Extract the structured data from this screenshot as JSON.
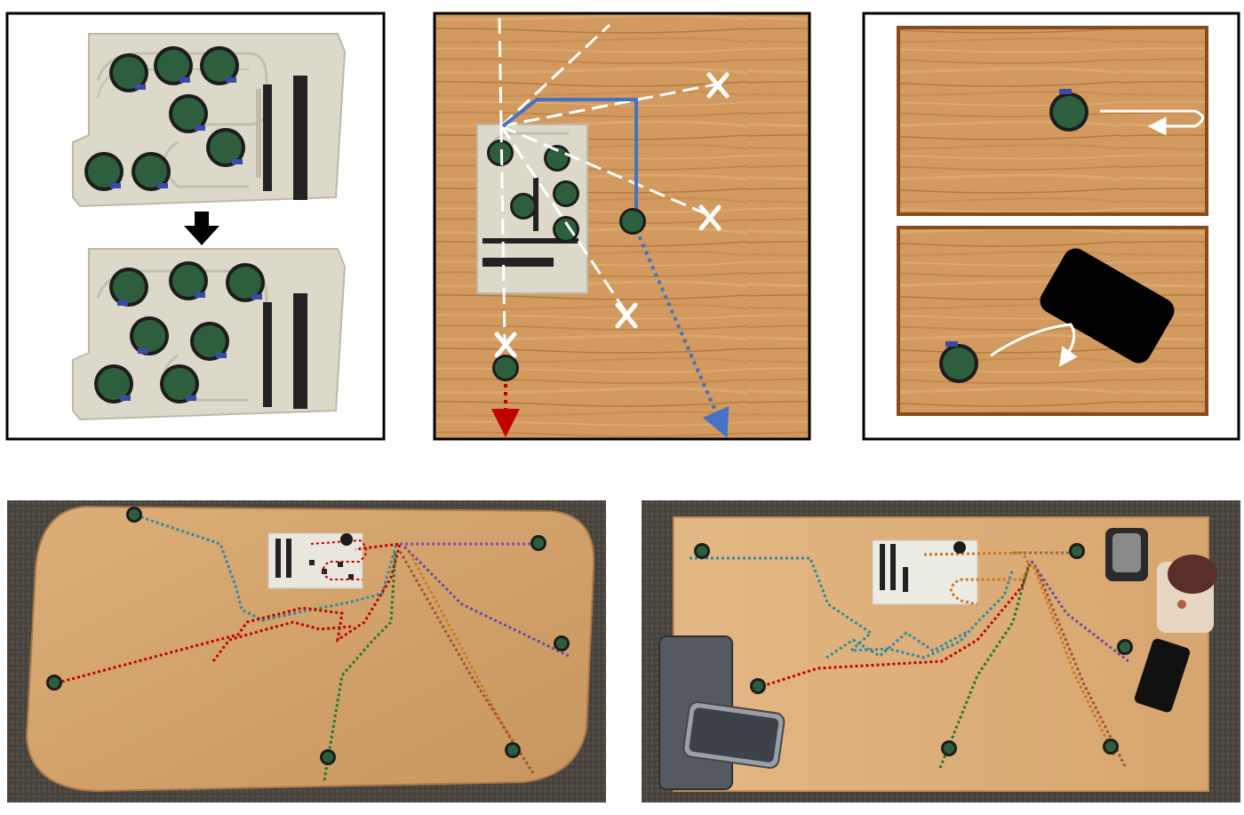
{
  "colors": {
    "frame": "#000000",
    "wood_light": "#d9a066",
    "wood_mid": "#c98a4e",
    "wood_dark": "#a86a35",
    "wood_border": "#8b4a1c",
    "table_top": "#d4a574",
    "carpet": "#4a463f",
    "arena": "#d9d6c8",
    "arena_track": "#c7c4b4",
    "robot_board": "#2d5e3e",
    "robot_chassis": "#1c1c1c",
    "robot_battery": "#3a4aa8",
    "path_blue": "#4472c4",
    "path_red": "#c00000",
    "path_teal": "#2e8b9a",
    "path_green": "#1f7a2e",
    "path_purple": "#6a4c9c",
    "path_orange": "#c87a20",
    "path_brown": "#a0522d",
    "dash_white": "#ffffff",
    "obstacle": "#000000",
    "phone_gray": "#555a60"
  },
  "icons": {
    "arrow": "down-arrow-icon",
    "target": "x-mark-icon",
    "robot": "robot-icon"
  },
  "panels": {
    "top_left": "docked-robots-arena",
    "top_center": "robot-trajectory-planning",
    "top_right": "robot-maneuvers",
    "bottom_left": "oval-table-trajectories",
    "bottom_right": "cluttered-table-trajectories"
  }
}
